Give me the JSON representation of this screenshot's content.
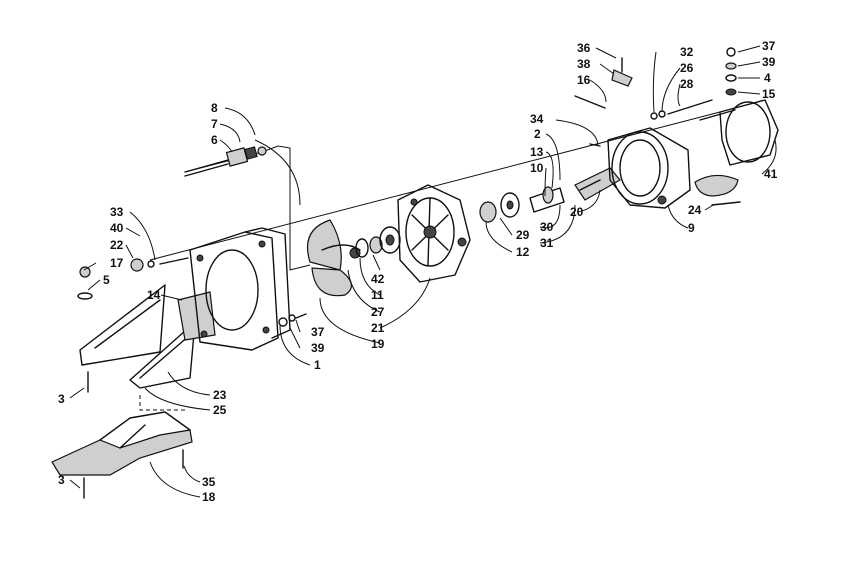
{
  "diagram": {
    "labels": {
      "l1": "1",
      "l2": "2",
      "l3a": "3",
      "l3b": "3",
      "l4": "4",
      "l5": "5",
      "l6": "6",
      "l7": "7",
      "l8": "8",
      "l9": "9",
      "l10": "10",
      "l11": "11",
      "l12": "12",
      "l13": "13",
      "l14": "14",
      "l15": "15",
      "l16": "16",
      "l17": "17",
      "l18": "18",
      "l19": "19",
      "l20": "20",
      "l21": "21",
      "l22": "22",
      "l23": "23",
      "l24": "24",
      "l25": "25",
      "l26": "26",
      "l27": "27",
      "l28": "28",
      "l29": "29",
      "l30": "30",
      "l31": "31",
      "l32": "32",
      "l33": "33",
      "l34": "34",
      "l35": "35",
      "l36": "36",
      "l37a": "37",
      "l37b": "37",
      "l38": "38",
      "l39a": "39",
      "l39b": "39",
      "l40": "40",
      "l41": "41",
      "l42": "42"
    }
  }
}
